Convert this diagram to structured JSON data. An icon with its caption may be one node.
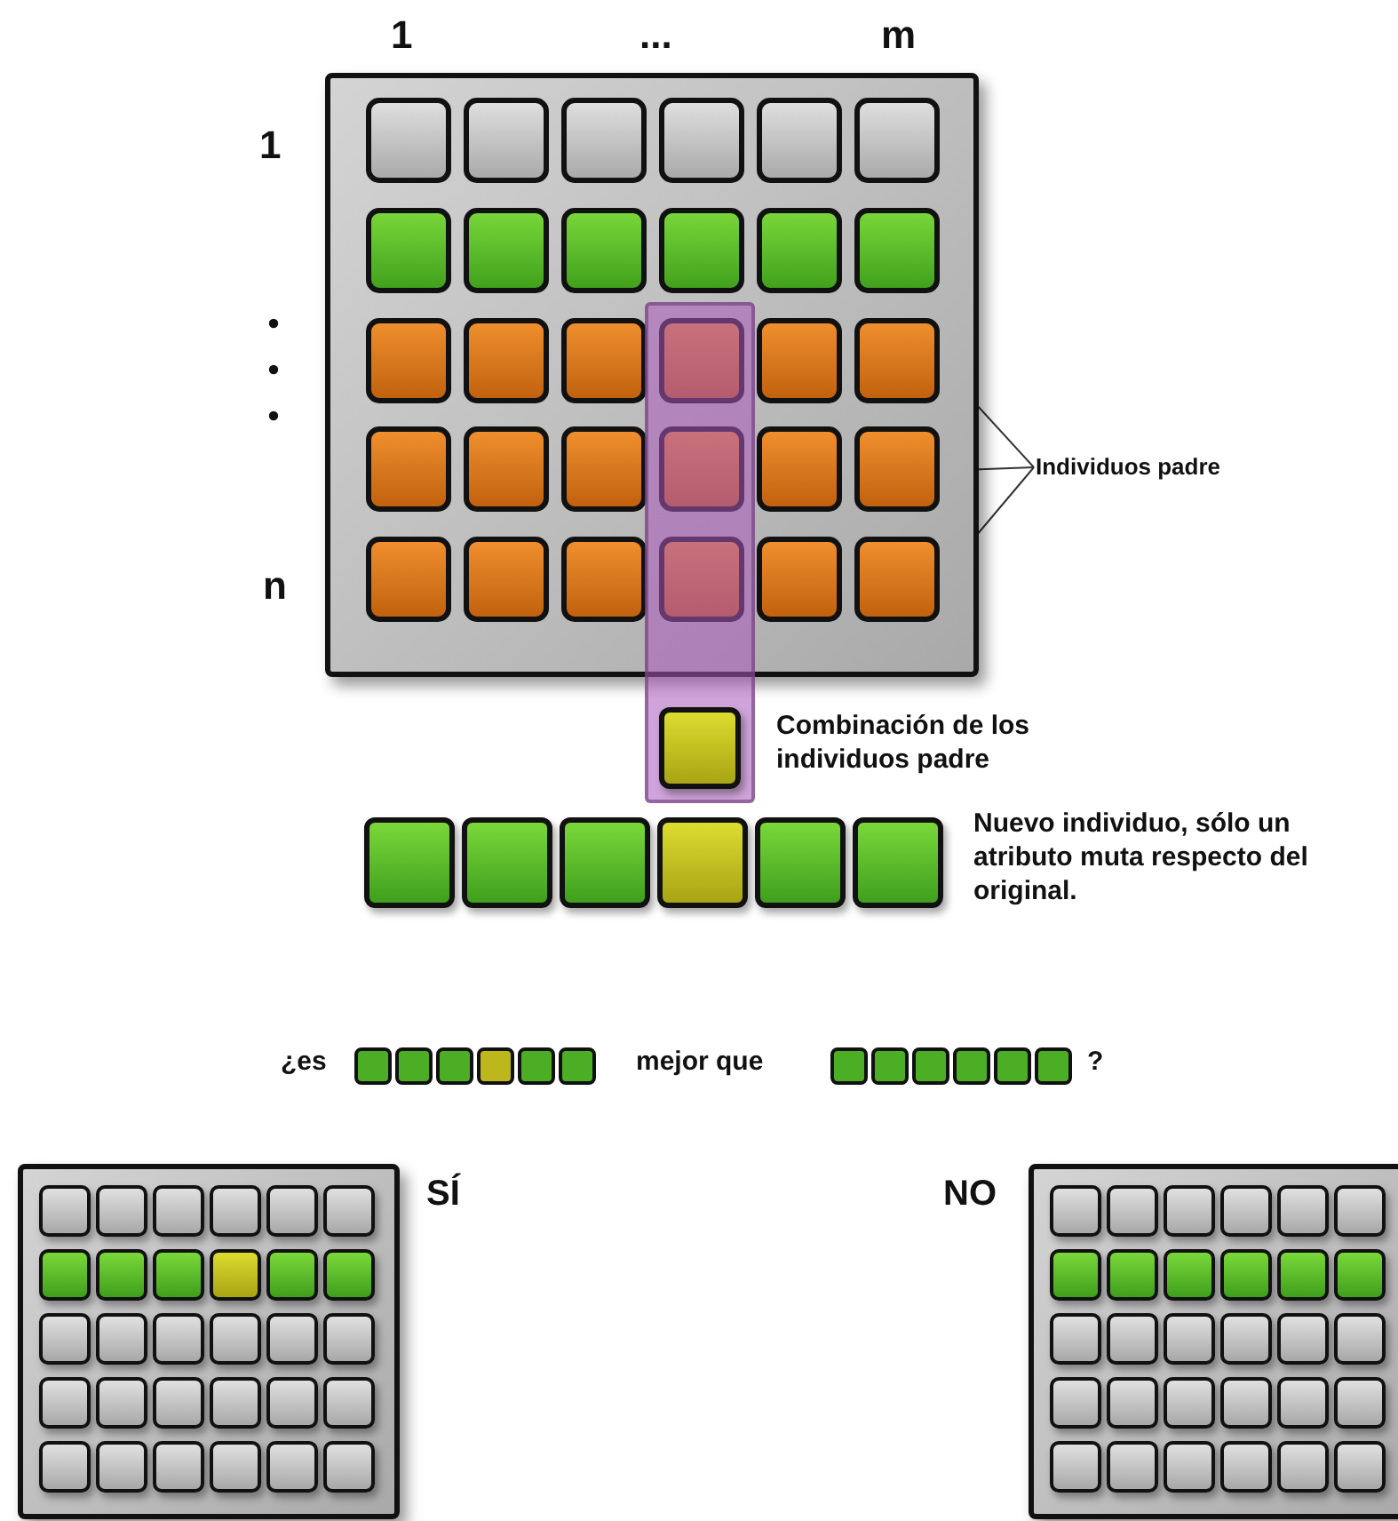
{
  "diagram": {
    "nodes": [
      {
        "text": [],
        "shape": "bar"
      },
      {
        "text": [],
        "shape": "bar"
      },
      {
        "text": [],
        "shape": "bar"
      },
      {
        "text": [
          "Individuos padre"
        ]
      },
      {
        "text": [],
        "shape": "bar"
      },
      {
        "text": [],
        "shape": "bar"
      }
    ],
    "edges": [
      {
        "from": 3,
        "to": 2,
        "arrow": "none"
      },
      {
        "from": 3,
        "to": 4,
        "arrow": "none"
      },
      {
        "from": 3,
        "to": 5,
        "arrow": "none"
      }
    ],
    "labels": [
      "1",
      "...",
      "m",
      "1",
      "n",
      "Combinación de los individuos padre",
      "Nuevo individuo, sólo un atributo muta respecto del original.",
      "¿es",
      "mejor que",
      "?",
      "SÍ",
      "NO"
    ]
  }
}
